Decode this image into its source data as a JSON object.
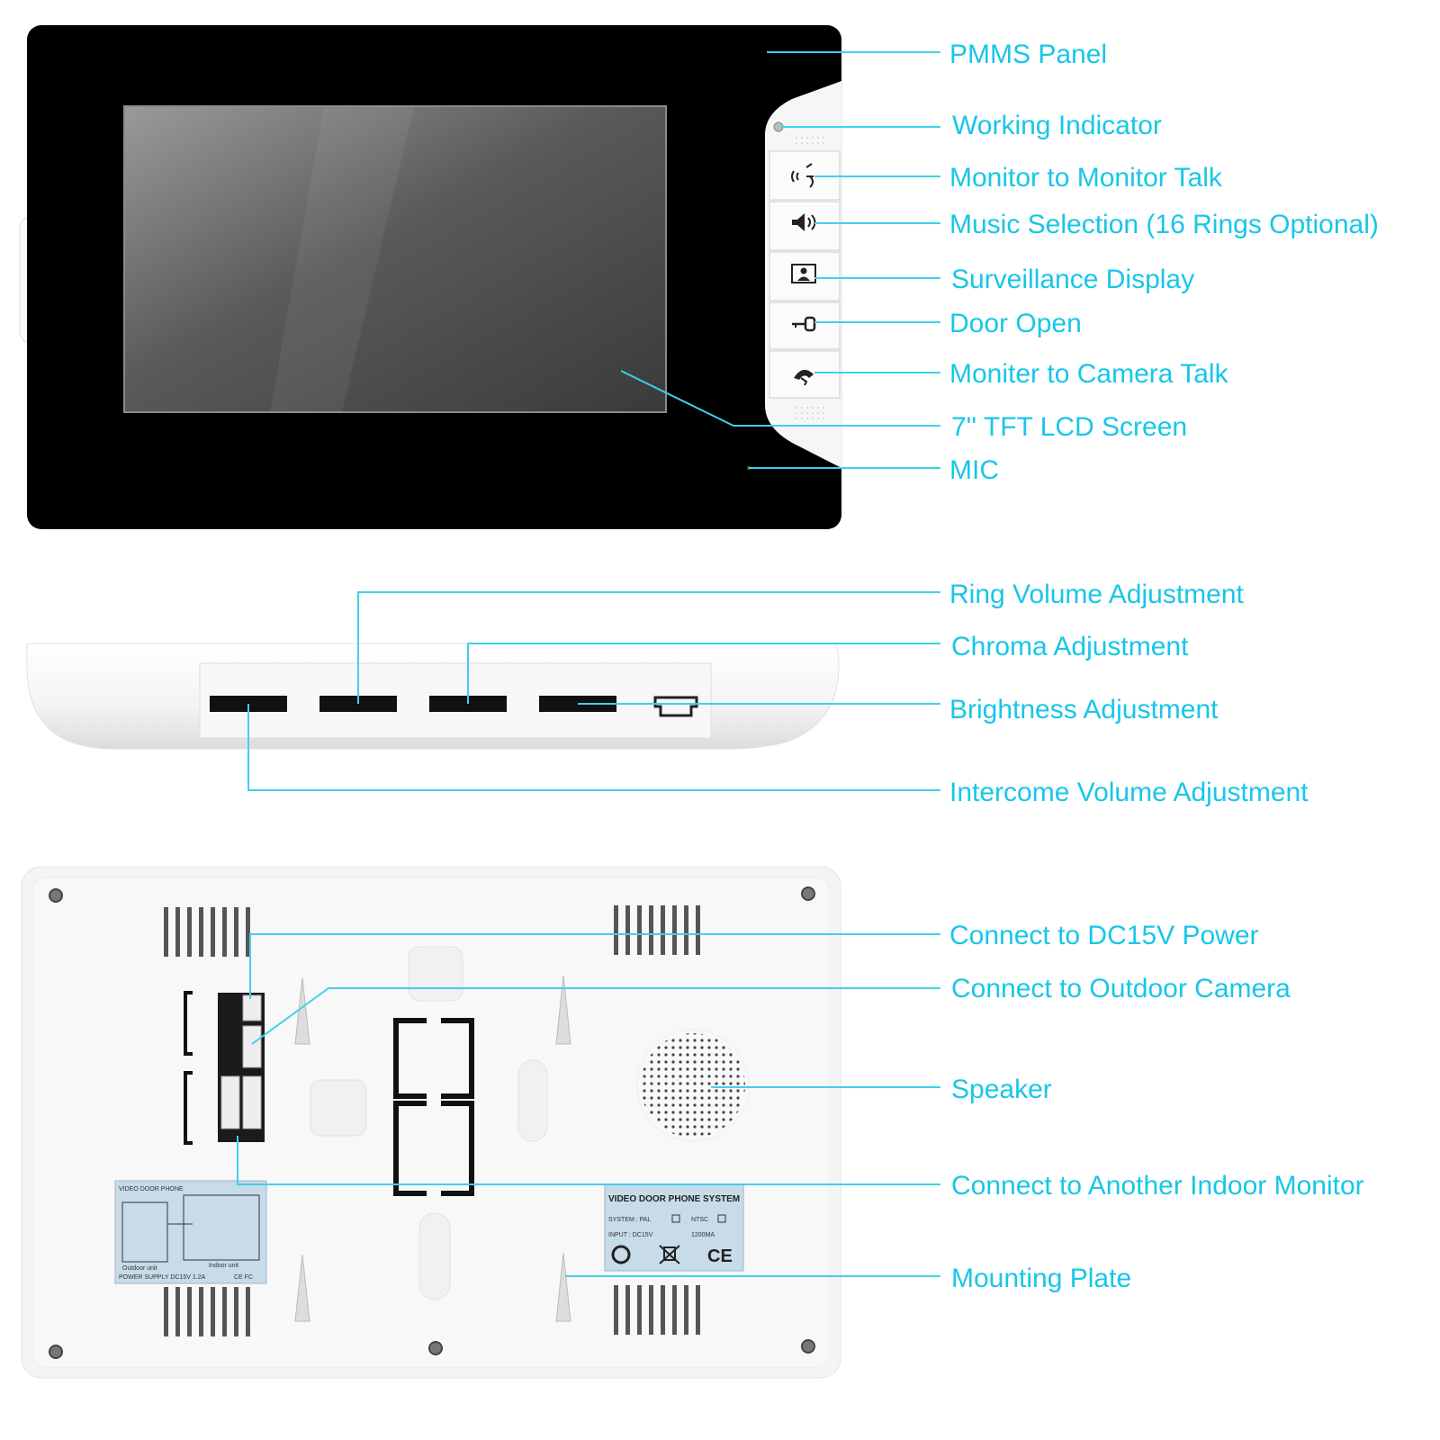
{
  "labels": {
    "pmms_panel": "PMMS Panel",
    "working_indicator": "Working Indicator",
    "monitor_talk": "Monitor to Monitor Talk",
    "music_selection": "Music Selection (16 Rings Optional)",
    "surveillance": "Surveillance Display",
    "door_open": "Door Open",
    "camera_talk": "Moniter to Camera Talk",
    "lcd_screen": "7'' TFT LCD Screen",
    "mic": "MIC",
    "ring_volume": "Ring Volume Adjustment",
    "chroma": "Chroma Adjustment",
    "brightness": "Brightness Adjustment",
    "intercom_volume": "Intercome Volume Adjustment",
    "dc_power": "Connect to DC15V Power",
    "outdoor_camera": "Connect to Outdoor Camera",
    "speaker": "Speaker",
    "another_monitor": "Connect to Another Indoor Monitor",
    "mounting_plate": "Mounting Plate"
  },
  "sticker": {
    "title": "VIDEO DOOR PHONE SYSTEM",
    "system": "SYSTEM : PAL",
    "ntsc": "NTSC",
    "input": "INPUT   : DC15V",
    "current": "1200MA",
    "ce": "CE"
  },
  "wiring_label": {
    "title": "VIDEO DOOR PHONE",
    "outdoor": "Outdoor unit",
    "indoor": "Indoor unit",
    "power": "POWER SUPPLY DC15V 1.2A",
    "marks": "CE FC"
  },
  "colors": {
    "accent": "#18c6e8",
    "panel": "#000000",
    "housing": "#f4f4f4"
  },
  "icons": [
    "monitor-talk-icon",
    "speaker-volume-icon",
    "surveillance-icon",
    "key-icon",
    "phone-talk-icon"
  ]
}
